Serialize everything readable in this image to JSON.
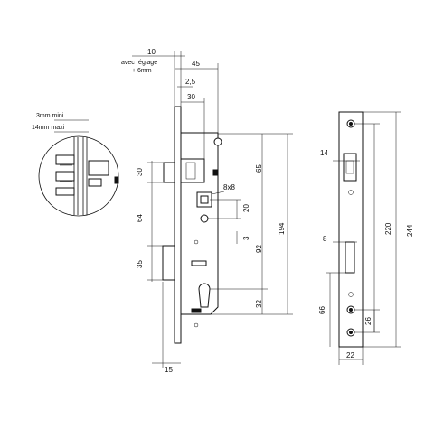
{
  "diagram": {
    "detail_view": {
      "labels": {
        "mini": "3mm mini",
        "maxi": "14mm maxi"
      }
    },
    "side_view": {
      "dims": {
        "d10": "10",
        "d10_note_1": "avec réglage",
        "d10_note_2": "+ 6mm",
        "d45": "45",
        "d2_5": "2,5",
        "d30_top": "30",
        "d30_left": "30",
        "d64": "64",
        "d35": "35",
        "d15": "15",
        "d8x8": "8x8",
        "d20": "20",
        "d3": "3",
        "d65": "65",
        "d92": "92",
        "d32": "32",
        "d194": "194"
      }
    },
    "strike_view": {
      "dims": {
        "d14": "14",
        "d8": "8",
        "d66": "66",
        "d26": "26",
        "d220": "220",
        "d244": "244",
        "d22": "22"
      }
    },
    "colors": {
      "line": "#111111",
      "background": "#ffffff"
    }
  }
}
